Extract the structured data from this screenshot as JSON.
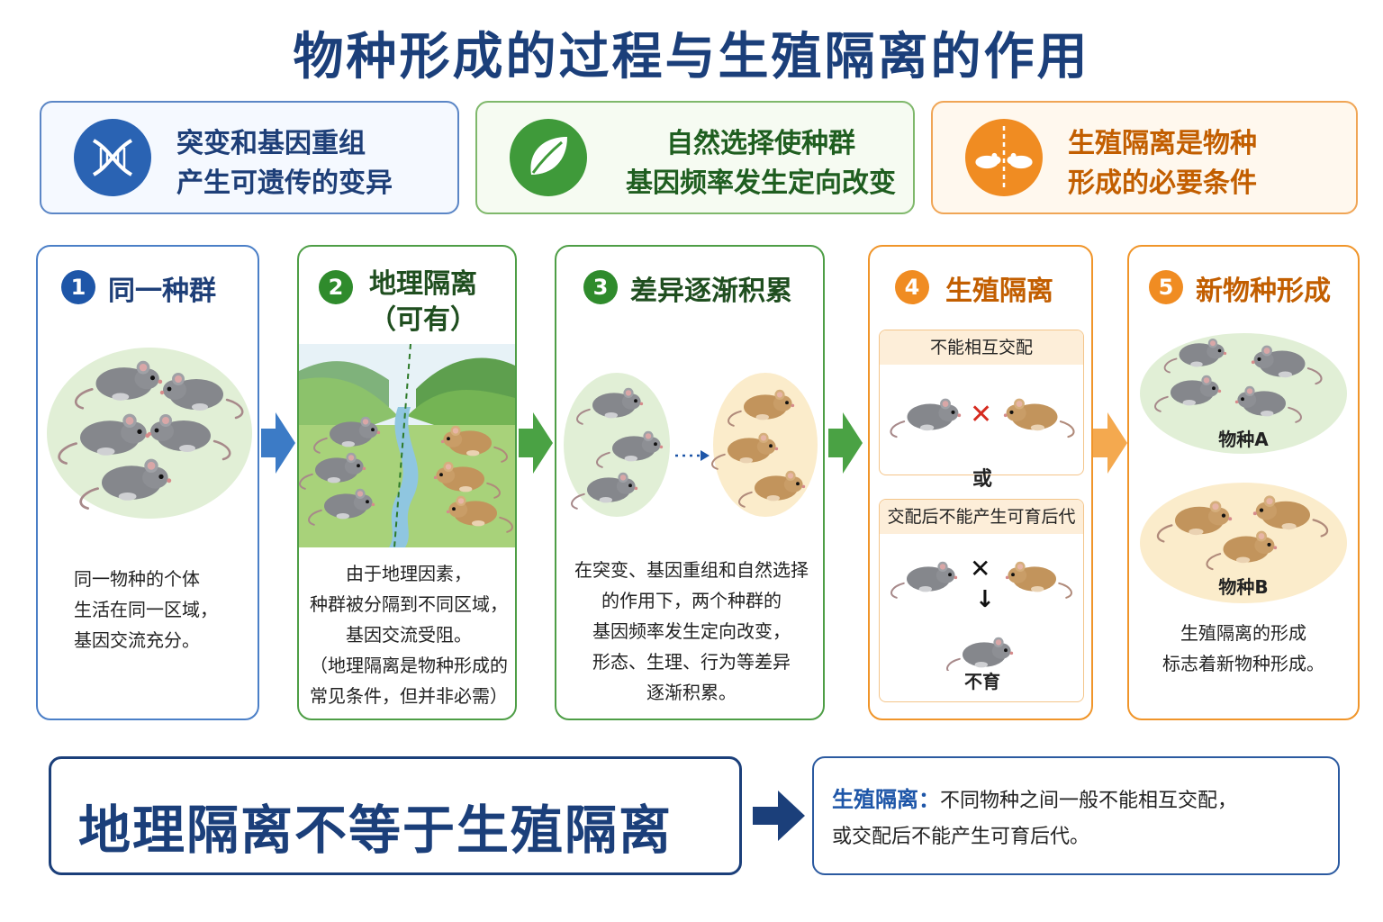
{
  "title": "物种形成的过程与生殖隔离的作用",
  "banners": [
    {
      "line1": "突变和基因重组",
      "line2": "产生可遗传的变异",
      "icon": "dna-icon",
      "color": "#2a63b3"
    },
    {
      "line1": "自然选择使种群",
      "line2": "基因频率发生定向改变",
      "icon": "leaf-icon",
      "color": "#3f9a3a"
    },
    {
      "line1": "生殖隔离是物种",
      "line2": "形成的必要条件",
      "icon": "separated-mice-icon",
      "color": "#f08c22"
    }
  ],
  "steps": [
    {
      "num": "1",
      "title": "同一种群",
      "text": [
        "同一物种的个体",
        "生活在同一区域，",
        "基因交流充分。"
      ]
    },
    {
      "num": "2",
      "title": "地理隔离",
      "subtitle": "（可有）",
      "text": [
        "由于地理因素，",
        "种群被分隔到不同区域，",
        "基因交流受阻。",
        "（地理隔离是物种形成的",
        "常见条件，但并非必需）"
      ]
    },
    {
      "num": "3",
      "title": "差异逐渐积累",
      "text": [
        "在突变、基因重组和自然选择",
        "的作用下，两个种群的",
        "基因频率发生定向改变，",
        "形态、生理、行为等差异",
        "逐渐积累。"
      ]
    },
    {
      "num": "4",
      "title": "生殖隔离",
      "box1_title": "不能相互交配",
      "or": "或",
      "box2_title": "交配后不能产生可育后代",
      "sterile": "不育",
      "cross": "✕",
      "down": "↓"
    },
    {
      "num": "5",
      "title": "新物种形成",
      "species_a": "物种A",
      "species_b": "物种B",
      "text": [
        "生殖隔离的形成",
        "标志着新物种形成。"
      ]
    }
  ],
  "bottom": {
    "left": "地理隔离不等于生殖隔离",
    "right_key": "生殖隔离：",
    "right_line1": "不同物种之间一般不能相互交配，",
    "right_line2": "或交配后不能产生可育后代。"
  },
  "colors": {
    "blue": "#1b3f7a",
    "green": "#2f8b2c",
    "orange": "#f08c22",
    "gray_mouse": "#8a8c90",
    "brown_mouse": "#c89a62"
  }
}
